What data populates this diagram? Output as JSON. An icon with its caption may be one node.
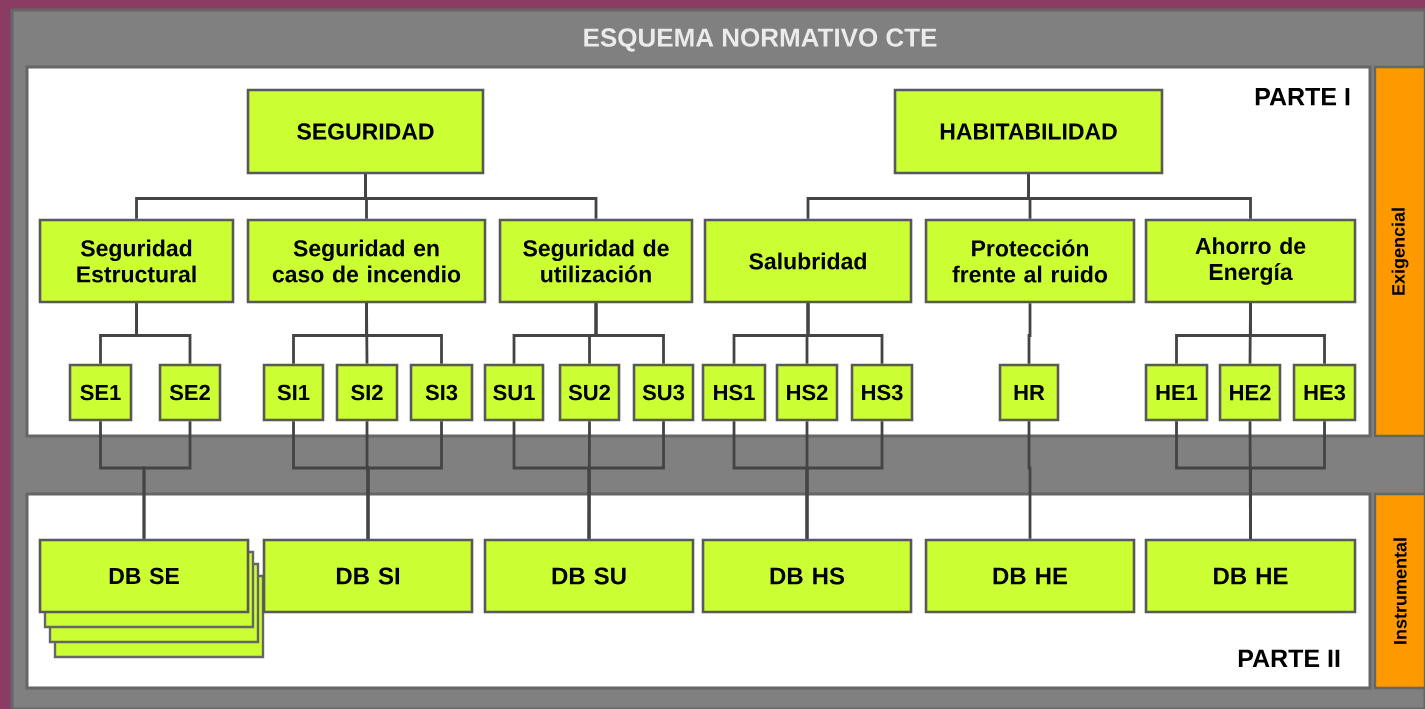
{
  "diagram": {
    "title": "ESQUEMA NORMATIVO CTE",
    "nodes": [
      {
        "text": [
          "PARTE I"
        ]
      },
      {
        "text": [
          "SEGURIDAD"
        ],
        "in": 0
      },
      {
        "text": [
          "HABITABILIDAD"
        ],
        "in": 0
      },
      {
        "text": [
          "Seguridad Estructural"
        ],
        "in": 0
      },
      {
        "text": [
          "Seguridad en caso de incendio"
        ],
        "in": 0
      },
      {
        "text": [
          "Seguridad de utilización"
        ],
        "in": 0
      },
      {
        "text": [
          "Salubridad"
        ],
        "in": 0
      },
      {
        "text": [
          "Protección frente al ruido"
        ],
        "in": 0
      },
      {
        "text": [
          "Ahorro de Energía"
        ],
        "in": 0
      },
      {
        "text": [
          "SE1"
        ],
        "in": 0
      },
      {
        "text": [
          "SE2"
        ],
        "in": 0
      },
      {
        "text": [
          "SI1"
        ],
        "in": 0
      },
      {
        "text": [
          "SI2"
        ],
        "in": 0
      },
      {
        "text": [
          "SI3"
        ],
        "in": 0
      },
      {
        "text": [
          "SU1"
        ],
        "in": 0
      },
      {
        "text": [
          "SU2"
        ],
        "in": 0
      },
      {
        "text": [
          "SU3"
        ],
        "in": 0
      },
      {
        "text": [
          "HS1"
        ],
        "in": 0
      },
      {
        "text": [
          "HS2"
        ],
        "in": 0
      },
      {
        "text": [
          "HS3"
        ],
        "in": 0
      },
      {
        "text": [
          "HR"
        ],
        "in": 0
      },
      {
        "text": [
          "HE1"
        ],
        "in": 0
      },
      {
        "text": [
          "HE2"
        ],
        "in": 0
      },
      {
        "text": [
          "HE3"
        ],
        "in": 0
      },
      {
        "text": [
          "Exigencial"
        ]
      },
      {
        "text": [
          "PARTE II"
        ]
      },
      {
        "text": [
          "DB SE"
        ],
        "in": 25
      },
      {
        "text": [
          "DB SI"
        ],
        "in": 25
      },
      {
        "text": [
          "DB SU"
        ],
        "in": 25
      },
      {
        "text": [
          "DB HS"
        ],
        "in": 25
      },
      {
        "text": [
          "DB HE"
        ],
        "in": 25
      },
      {
        "text": [
          "DB HE"
        ],
        "in": 25
      },
      {
        "text": [
          "Instrumental"
        ]
      }
    ],
    "edges": [
      {
        "from": 1,
        "to": 3,
        "arrow": "none"
      },
      {
        "from": 1,
        "to": 4,
        "arrow": "none"
      },
      {
        "from": 1,
        "to": 5,
        "arrow": "none"
      },
      {
        "from": 2,
        "to": 6,
        "arrow": "none"
      },
      {
        "from": 2,
        "to": 7,
        "arrow": "none"
      },
      {
        "from": 2,
        "to": 8,
        "arrow": "none"
      },
      {
        "from": 3,
        "to": 9,
        "arrow": "none"
      },
      {
        "from": 3,
        "to": 10,
        "arrow": "none"
      },
      {
        "from": 4,
        "to": 11,
        "arrow": "none"
      },
      {
        "from": 4,
        "to": 12,
        "arrow": "none"
      },
      {
        "from": 4,
        "to": 13,
        "arrow": "none"
      },
      {
        "from": 5,
        "to": 14,
        "arrow": "none"
      },
      {
        "from": 5,
        "to": 15,
        "arrow": "none"
      },
      {
        "from": 5,
        "to": 16,
        "arrow": "none"
      },
      {
        "from": 6,
        "to": 17,
        "arrow": "none"
      },
      {
        "from": 6,
        "to": 18,
        "arrow": "none"
      },
      {
        "from": 6,
        "to": 19,
        "arrow": "none"
      },
      {
        "from": 7,
        "to": 20,
        "arrow": "none"
      },
      {
        "from": 8,
        "to": 21,
        "arrow": "none"
      },
      {
        "from": 8,
        "to": 22,
        "arrow": "none"
      },
      {
        "from": 8,
        "to": 23,
        "arrow": "none"
      },
      {
        "from": 9,
        "to": 26,
        "arrow": "none"
      },
      {
        "from": 10,
        "to": 26,
        "arrow": "none"
      },
      {
        "from": 11,
        "to": 27,
        "arrow": "none"
      },
      {
        "from": 12,
        "to": 27,
        "arrow": "none"
      },
      {
        "from": 13,
        "to": 27,
        "arrow": "none"
      },
      {
        "from": 14,
        "to": 28,
        "arrow": "none"
      },
      {
        "from": 15,
        "to": 28,
        "arrow": "none"
      },
      {
        "from": 16,
        "to": 28,
        "arrow": "none"
      },
      {
        "from": 17,
        "to": 29,
        "arrow": "none"
      },
      {
        "from": 18,
        "to": 29,
        "arrow": "none"
      },
      {
        "from": 19,
        "to": 29,
        "arrow": "none"
      },
      {
        "from": 20,
        "to": 30,
        "arrow": "none"
      },
      {
        "from": 21,
        "to": 31,
        "arrow": "none"
      },
      {
        "from": 22,
        "to": 31,
        "arrow": "none"
      },
      {
        "from": 23,
        "to": 31,
        "arrow": "none"
      }
    ]
  }
}
